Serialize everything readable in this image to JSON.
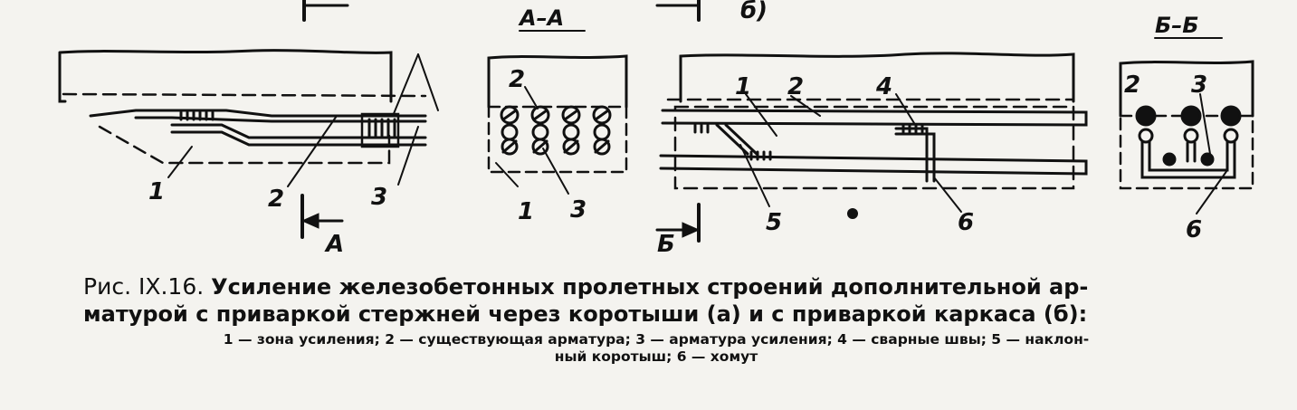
{
  "labels": {
    "a_1": "1",
    "a_2": "2",
    "a_3": "3",
    "a_section_arrow": "А",
    "aa_title": "А–А",
    "aa_2": "2",
    "aa_1": "1",
    "aa_3": "3",
    "b_letter": "б)",
    "b_1": "1",
    "b_2": "2",
    "b_4": "4",
    "b_5": "5",
    "b_6": "6",
    "b_section_arrow": "Б",
    "bb_title": "Б–Б",
    "bb_2": "2",
    "bb_3": "3",
    "bb_6": "6"
  },
  "caption": {
    "fig_num": "Рис. IX.16.",
    "line1": "Усиление железобетонных пролетных строений дополнительной ар-",
    "line2": "матурой с приваркой стержней через коротыши (а) и с приваркой каркаса (б):",
    "legend1": "1 — зона усиления; 2 — существующая арматура; 3 — арматура усиления; 4 — сварные швы; 5 — наклон-",
    "legend2": "ный коротыш; 6 — хомут"
  }
}
